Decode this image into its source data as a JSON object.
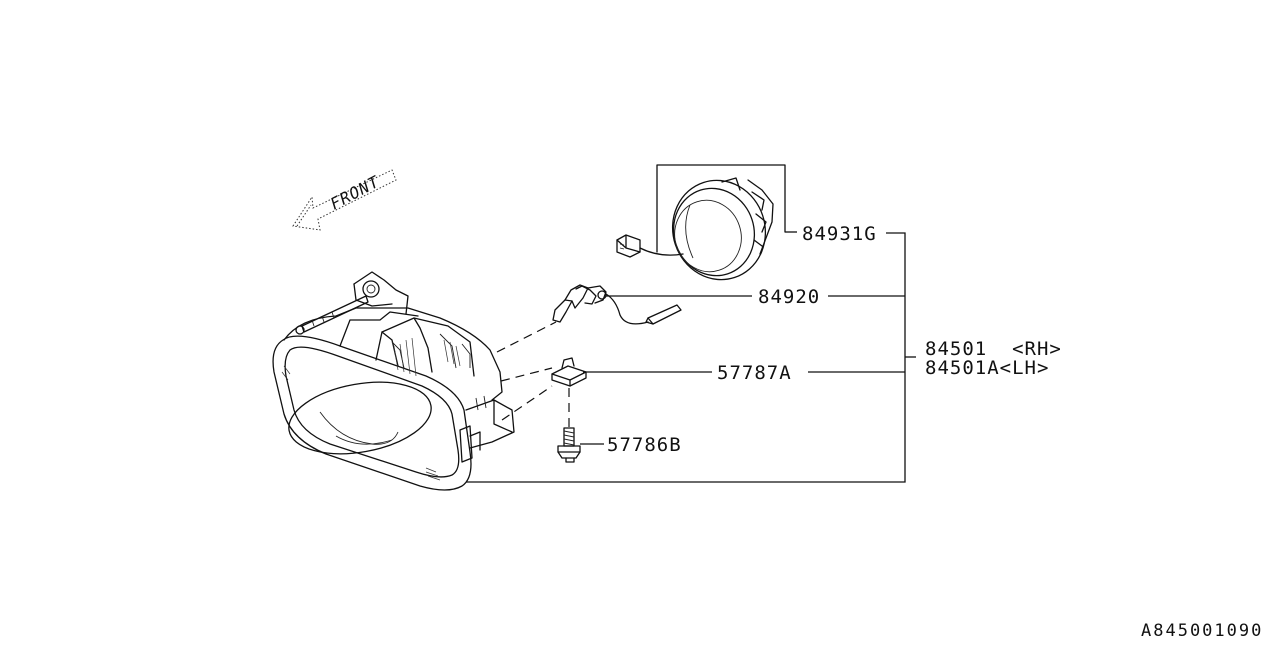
{
  "front_label": "FRONT",
  "parts": {
    "fog_lamp_cover": "84931G",
    "bulb": "84920",
    "clip": "57787A",
    "screw": "57786B",
    "assembly_rh": "84501  <RH>",
    "assembly_lh": "84501A<LH>"
  },
  "reference_code": "A845001090",
  "colors": {
    "line": "#111111",
    "background": "#ffffff"
  }
}
